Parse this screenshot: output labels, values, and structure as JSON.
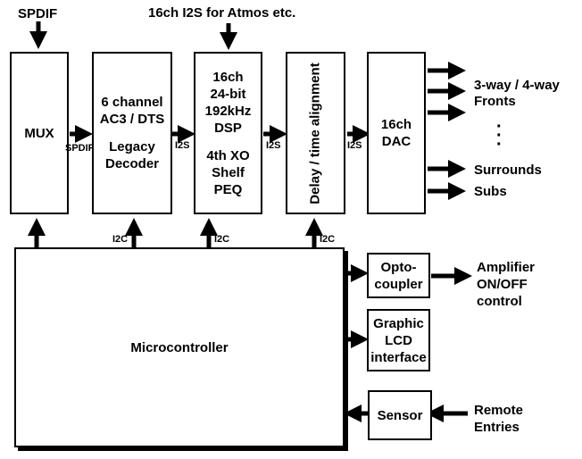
{
  "inputs": {
    "spdif": "SPDIF",
    "i2s_atmos": "16ch I2S for Atmos etc."
  },
  "blocks": {
    "mux": "MUX",
    "decoder_line1": "6 channel",
    "decoder_line2": "AC3 / DTS",
    "decoder_line3": "Legacy",
    "decoder_line4": "Decoder",
    "dsp_line1": "16ch",
    "dsp_line2": "24-bit",
    "dsp_line3": "192kHz",
    "dsp_line4": "DSP",
    "dsp_line5": "4th XO",
    "dsp_line6": "Shelf",
    "dsp_line7": "PEQ",
    "delay": "Delay / time alignment",
    "dac_line1": "16ch",
    "dac_line2": "DAC",
    "microcontroller": "Microcontroller",
    "opto_line1": "Opto-",
    "opto_line2": "coupler",
    "lcd_line1": "Graphic",
    "lcd_line2": "LCD",
    "lcd_line3": "interface",
    "sensor": "Sensor"
  },
  "links": {
    "spdif": "SPDIF",
    "i2s_1": "I2S",
    "i2s_2": "I2S",
    "i2s_3": "I2S",
    "i2c_1": "I2C",
    "i2c_2": "I2C",
    "i2c_3": "I2C"
  },
  "outputs": {
    "fronts_line1": "3-way / 4-way",
    "fronts_line2": "Fronts",
    "dots": "·\n·\n·",
    "surrounds": "Surrounds",
    "subs": "Subs",
    "amp_line1": "Amplifier",
    "amp_line2": "ON/OFF",
    "amp_line3": "control",
    "remote_line1": "Remote",
    "remote_line2": "Entries"
  }
}
